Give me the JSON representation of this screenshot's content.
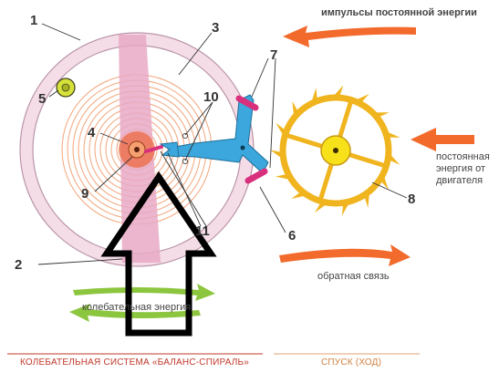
{
  "diagram": {
    "part_numbers": {
      "n1": "1",
      "n2": "2",
      "n3": "3",
      "n4": "4",
      "n5": "5",
      "n6": "6",
      "n7": "7",
      "n8": "8",
      "n9": "9",
      "n10": "10",
      "n11": "11"
    },
    "captions": {
      "impulses": "импульсы постоянной энергии",
      "constant_energy": [
        "постоянная",
        "энергия от",
        "двигателя"
      ],
      "feedback": "обратная связь",
      "oscillating_energy": "колебательная энергия"
    },
    "footer": {
      "left": "КОЛЕБАТЕЛЬНАЯ СИСТЕМА «БАЛАНС-СПИРАЛЬ»",
      "right": "СПУСК (ХОД)"
    },
    "colors": {
      "balance_ring": "#f3d9e4",
      "balance_ring_stroke": "#c4a3b5",
      "spring": "#f2a57a",
      "arm": "#e8a9c6",
      "roller": "#ec6a40",
      "lever": "#3ba7dc",
      "pallet": "#d8307d",
      "escape_wheel": "#f0b41e",
      "escape_hub": "#f7e11b",
      "orange_arrow": "#f26a2c",
      "green_arrow": "#8cc63f",
      "footer_left": "#c0392b",
      "footer_right": "#e0a070"
    }
  }
}
